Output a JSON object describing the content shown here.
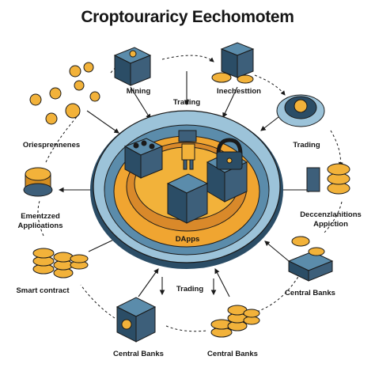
{
  "title": "Croptouraricy Eechomotem",
  "labels": {
    "mining": "Mining",
    "trading_top": "Trading",
    "inechestion": "Inechesttion",
    "orie": "Oriesprennenes",
    "trading_right": "Trading",
    "ementz_1": "Ementzzed",
    "ementz_2": "Applications",
    "decen_1": "Deccenzlanitions",
    "decen_2": "Appiction",
    "smart": "Smart contract",
    "central_right": "Central Banks",
    "trading_bottom": "Trading",
    "central_bl": "Central Banks",
    "central_bc": "Central Banks",
    "dapps": "DApps"
  },
  "colors": {
    "ring_outer": "#9cc3d9",
    "ring_dark": "#2b4d66",
    "ring_mid": "#5b8cab",
    "orange": "#f0a531",
    "orange_dark": "#d9892a",
    "block": "#3d5f7a",
    "coin": "#f2b23a",
    "coin_dark": "#d48d20",
    "ink": "#1a1a1a"
  },
  "icons": [
    "cube-block-icon",
    "coin-stack-icon",
    "gear-coin-icon",
    "lock-icon",
    "robot-icon",
    "server-icon",
    "vault-icon"
  ]
}
